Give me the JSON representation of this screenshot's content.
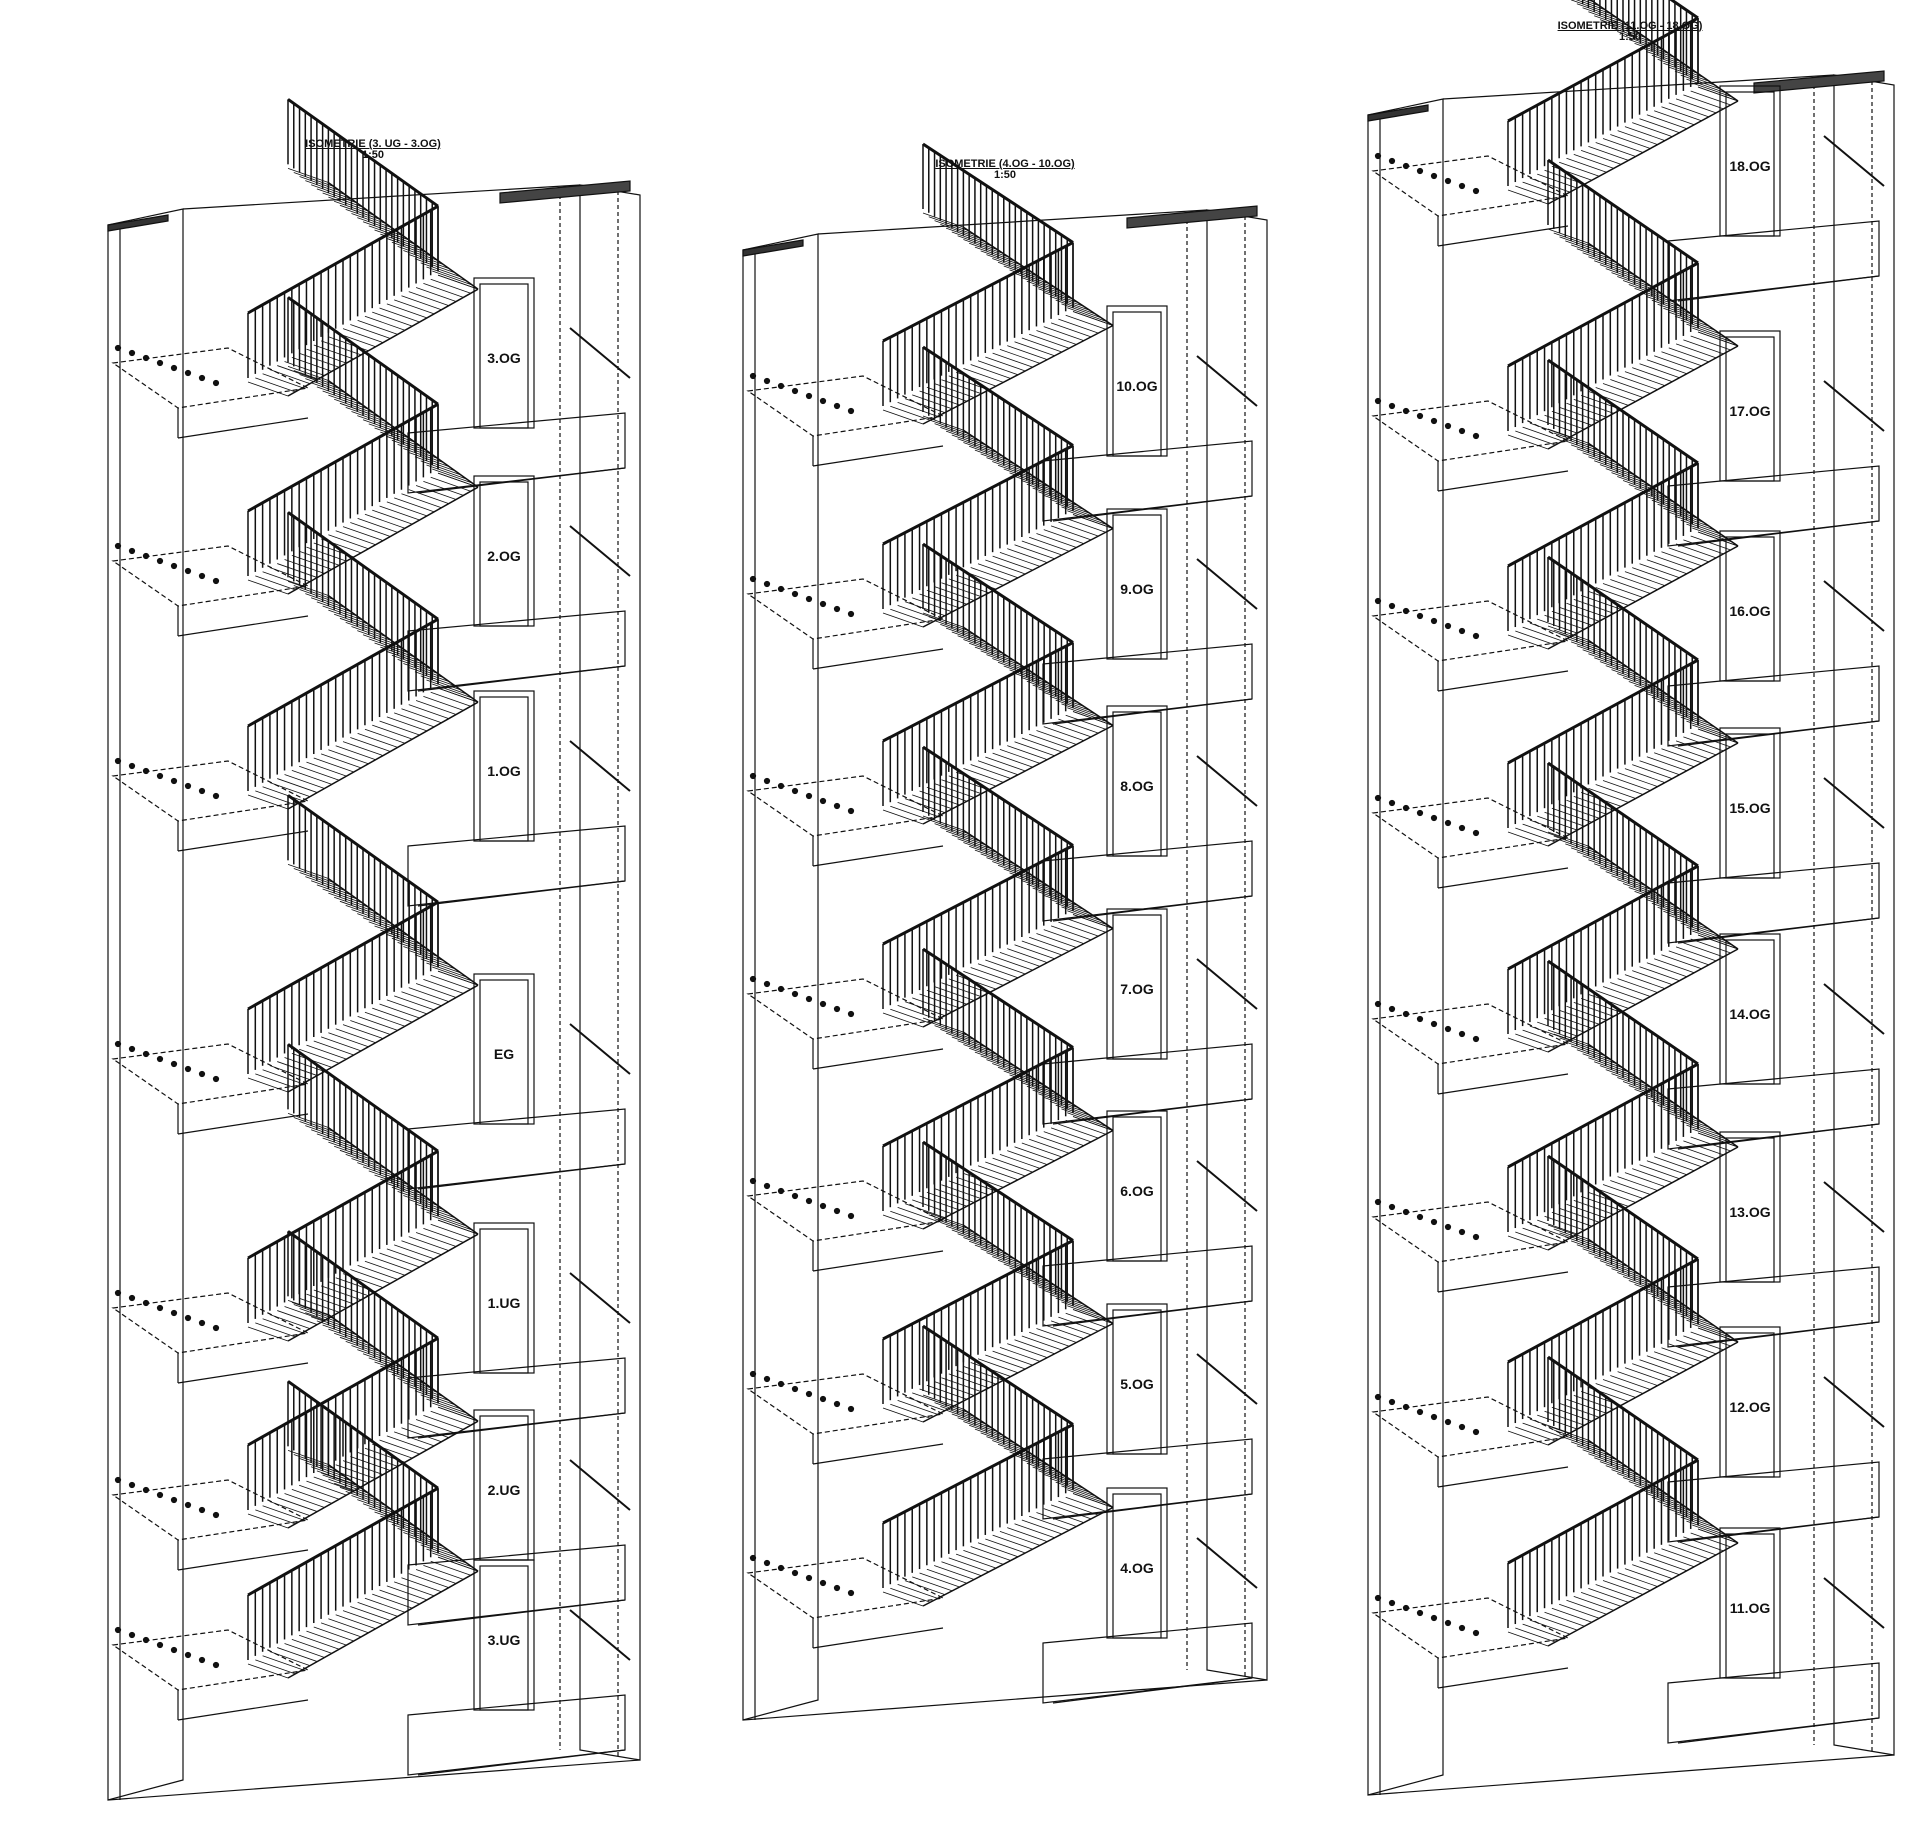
{
  "drawings": [
    {
      "title": "ISOMETRIE (3. UG - 3.OG)",
      "scale": "1:50",
      "floors": [
        "3.OG",
        "2.OG",
        "1.OG",
        "EG",
        "1.UG",
        "2.UG",
        "3.UG"
      ]
    },
    {
      "title": "ISOMETRIE (4.OG - 10.OG)",
      "scale": "1:50",
      "floors": [
        "10.OG",
        "9.OG",
        "8.OG",
        "7.OG",
        "6.OG",
        "5.OG",
        "4.OG"
      ]
    },
    {
      "title": "ISOMETRIE (11.OG - 18.OG)",
      "scale": "1:50",
      "floors": [
        "18.OG",
        "17.OG",
        "16.OG",
        "15.OG",
        "14.OG",
        "13.OG",
        "12.OG",
        "11.OG"
      ]
    }
  ]
}
